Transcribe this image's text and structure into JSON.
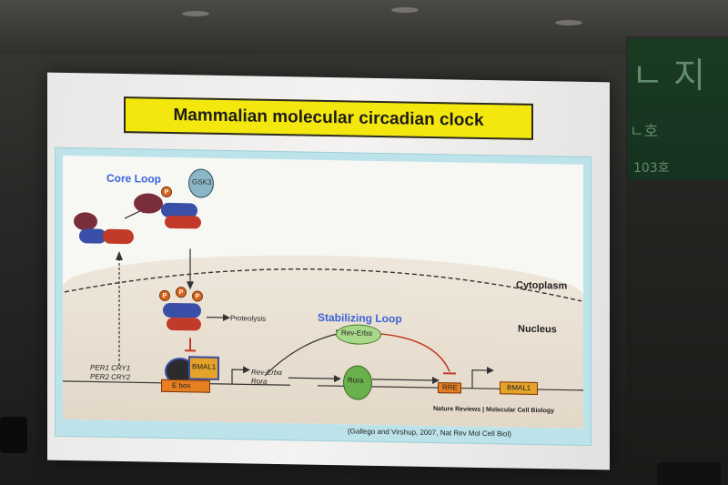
{
  "room": {
    "sign_chars": [
      "ㄴ",
      "지",
      "ㄴ호",
      "103호"
    ]
  },
  "slide": {
    "title": "Mammalian molecular circadian clock",
    "labels": {
      "core_loop": "Core Loop",
      "cytoplasm": "Cytoplasm",
      "nucleus": "Nucleus",
      "stabilizing_loop": "Stabilizing Loop",
      "proteolysis": "Proteolysis",
      "per_cry_1": "PER1 CRY1",
      "per_cry_2": "PER2 CRY2",
      "rev_rora_1": "Rev-Erbα",
      "rev_rora_2": "Rora",
      "rev_erba": "Rev-Erbα",
      "rora": "Rora",
      "rre": "RRE",
      "bmal1_gene": "BMAL1",
      "bmal1_protein": "BMAL1",
      "ebox": "E box",
      "gsk3": "GSK3",
      "p": "P"
    },
    "source_note": "Nature Reviews | Molecular Cell Biology",
    "citation": "(Gallego and Virshup, 2007, Nat Rev Mol Cell Biol)"
  },
  "colors": {
    "title_bg": "#f4e70e",
    "panel_border": "#bde3ea",
    "blue_label": "#3a63d9",
    "per_blue": "#3a4fa7",
    "cry_red": "#c23a2a",
    "ck_purple": "#7a2d3a",
    "rora_green": "#6ab04c",
    "rre_orange": "#e67e22"
  }
}
